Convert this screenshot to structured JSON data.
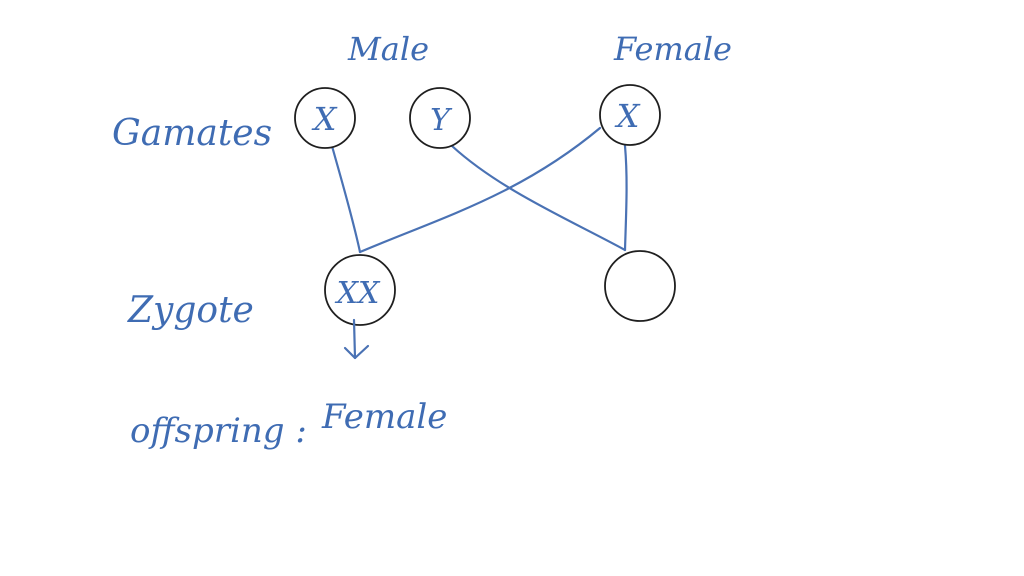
{
  "labels": {
    "male": "Male",
    "female": "Female",
    "gamates": "Gamates",
    "zygote": "Zygote",
    "offspring": "offspring :",
    "offspring_value": "Female"
  },
  "gametes": {
    "male_1": "X",
    "male_2": "Y",
    "female_1": "X"
  },
  "zygotes": {
    "zygote_1": "XX",
    "zygote_2": ""
  },
  "colors": {
    "ink": "#3f6cb3",
    "circle_outline": "#1f1f1f"
  }
}
